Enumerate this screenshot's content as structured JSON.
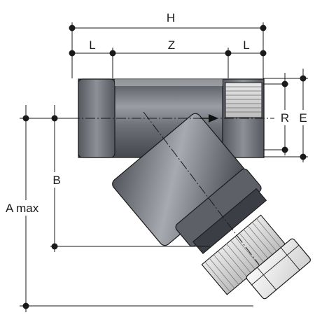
{
  "dimensions": {
    "H": "H",
    "L_left": "L",
    "Z": "Z",
    "L_right": "L",
    "R": "R",
    "E": "E",
    "B": "B",
    "A_max": "A max"
  },
  "colors": {
    "line": "#1a1a1a",
    "body_dark": "#5c5f66",
    "body_mid": "#8a8d93",
    "body_light": "#c9cbcf",
    "cap_light": "#f4f4f4",
    "arrow": "#111111"
  }
}
